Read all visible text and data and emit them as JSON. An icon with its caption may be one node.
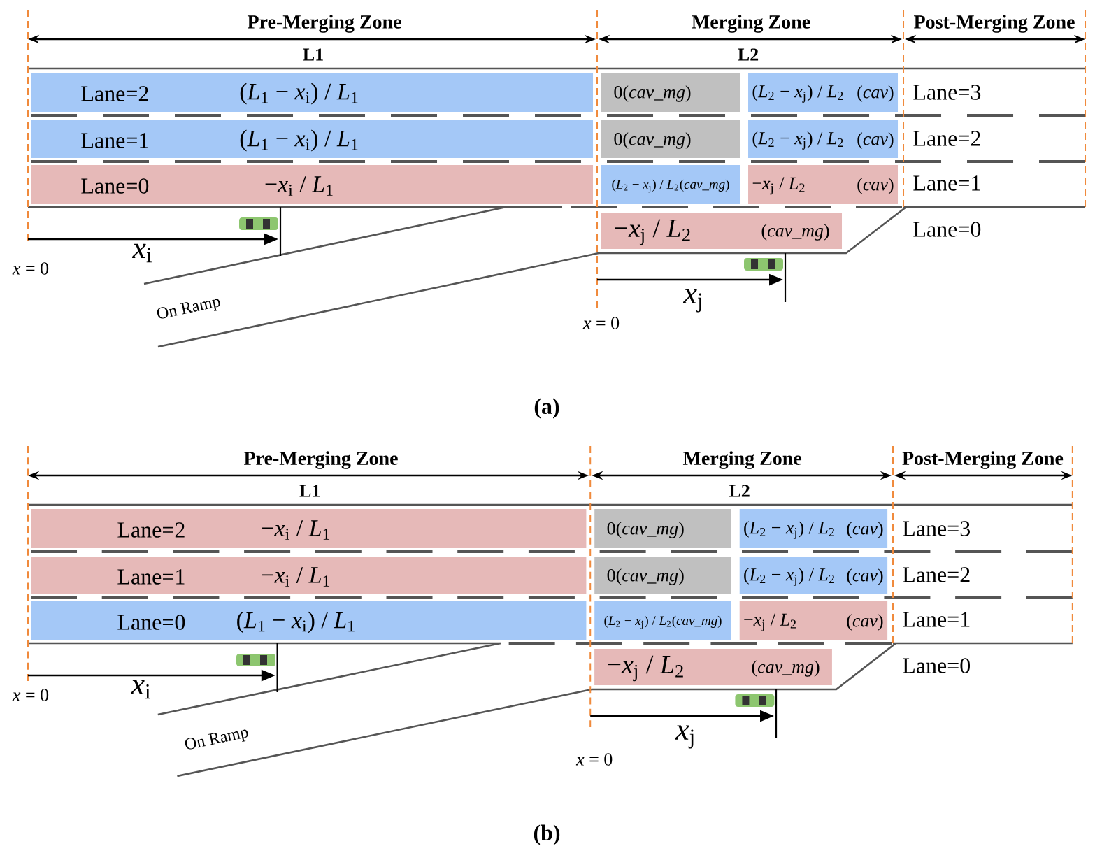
{
  "diagram": {
    "nodes": [
      {
        "text": [
          "Lane=2",
          "(*L*$_{1}$ − *x*$_{i}$) / *L*$_{1}$"
        ]
      },
      {
        "text": [
          "0(*cav_mg*)"
        ]
      },
      {
        "text": [
          "(*L*$_{2}$ − *x*$_{j}$) / *L*$_{2}$",
          "(*cav*)"
        ]
      },
      {
        "text": [
          "Lane=1",
          "(*L*$_{1}$ − *x*$_{i}$) / *L*$_{1}$"
        ]
      },
      {
        "text": [
          "0(*cav_mg*)"
        ]
      },
      {
        "text": [
          "(*L*$_{2}$ − *x*$_{j}$) / *L*$_{2}$",
          "(*cav*)"
        ]
      },
      {
        "text": [
          "Lane=0",
          "−*x*$_{i}$ / *L*$_{1}$"
        ]
      },
      {
        "text": [
          "(*L*$_{2}$ − *x*$_{j}$) / *L*$_{2}$(*cav_mg*)"
        ]
      },
      {
        "text": [
          "−*x*$_{j}$ / *L*$_{2}$",
          "(*cav*)"
        ]
      },
      {
        "text": [
          "−*x*$_{j}$ / *L*$_{2}$",
          "(*cav_mg*)"
        ]
      },
      {
        "text": [
          "Lane=2",
          "−*x*$_{i}$ / *L*$_{1}$"
        ]
      },
      {
        "text": [
          "0(*cav_mg*)"
        ]
      },
      {
        "text": [
          "(*L*$_{2}$ − *x*$_{j}$) / *L*$_{2}$",
          "(*cav*)"
        ]
      },
      {
        "text": [
          "Lane=1",
          "−*x*$_{i}$ / *L*$_{1}$"
        ]
      },
      {
        "text": [
          "0(*cav_mg*)"
        ]
      },
      {
        "text": [
          "(*L*$_{2}$ − *x*$_{j}$) / *L*$_{2}$",
          "(*cav*)"
        ]
      },
      {
        "text": [
          "Lane=0",
          "(*L*$_{1}$ − *x*$_{i}$) / *L*$_{1}$"
        ]
      },
      {
        "text": [
          "(*L*$_{2}$ − *x*$_{j}$) / *L*$_{2}$(*cav_mg*)"
        ]
      },
      {
        "text": [
          "−*x*$_{j}$ / *L*$_{2}$",
          "(*cav*)"
        ]
      },
      {
        "text": [
          "−*x*$_{j}$ / *L*$_{2}$",
          "(*cav_mg*)"
        ]
      }
    ],
    "labels": [
      "Pre-Merging Zone",
      "Merging Zone",
      "Post-Merging Zone",
      "L1",
      "L2",
      "Lane=3",
      "Lane=2",
      "Lane=1",
      "Lane=0",
      "*x*$_{i}$",
      "*x* = 0",
      "On Ramp",
      "*x*$_{j}$",
      "*x* = 0",
      "(a)",
      "Pre-Merging Zone",
      "Merging Zone",
      "Post-Merging Zone",
      "L1",
      "L2",
      "Lane=3",
      "Lane=2",
      "Lane=1",
      "Lane=0",
      "*x*$_{i}$",
      "*x* = 0",
      "On Ramp",
      "*x*$_{j}$",
      "*x* = 0",
      "(b)"
    ]
  }
}
